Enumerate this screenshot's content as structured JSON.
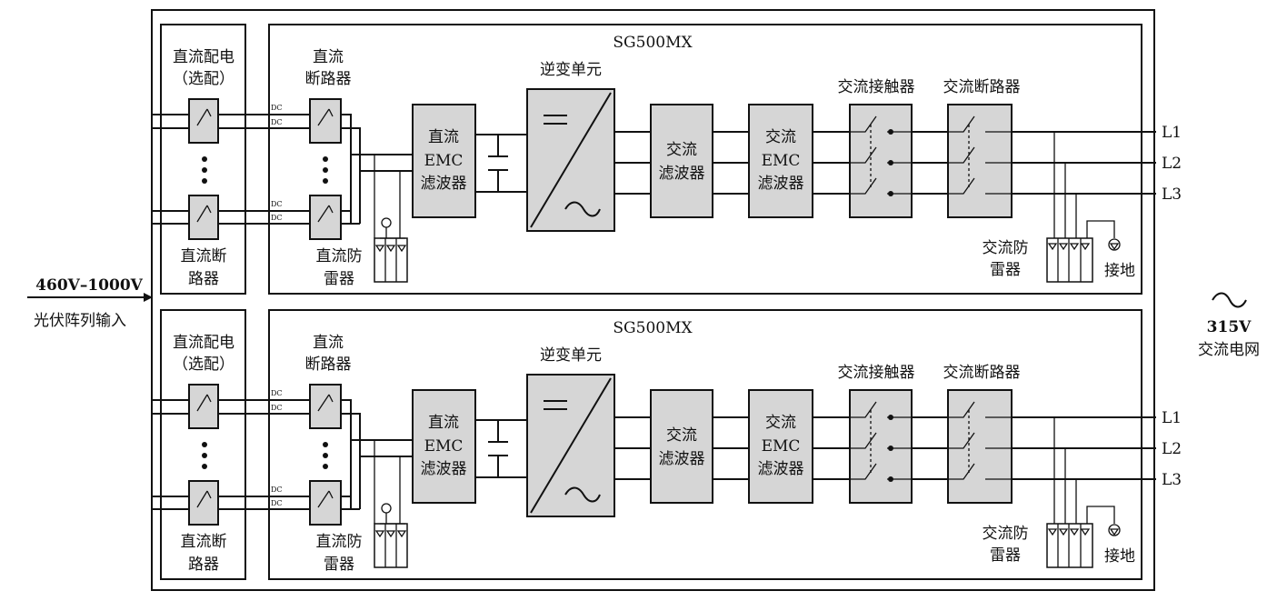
{
  "input": {
    "voltage": "460V–1000V",
    "label": "光伏阵列输入"
  },
  "output": {
    "voltage": "315V",
    "label": "交流电网"
  },
  "dc_distribution": {
    "title_line1": "直流配电",
    "title_line2": "（选配）",
    "breaker_line1": "直流断",
    "breaker_line2": "路器"
  },
  "units": [
    {
      "model": "SG500MX",
      "dc_breaker_line1": "直流",
      "dc_breaker_line2": "断路器",
      "dc_tag": "DC",
      "dc_spd_line1": "直流防",
      "dc_spd_line2": "雷器",
      "dc_emc_line1": "直流",
      "dc_emc_line2": "EMC",
      "dc_emc_line3": "滤波器",
      "inverter_title": "逆变单元",
      "ac_filter_line1": "交流",
      "ac_filter_line2": "滤波器",
      "ac_emc_line1": "交流",
      "ac_emc_line2": "EMC",
      "ac_emc_line3": "滤波器",
      "ac_contactor": "交流接触器",
      "ac_breaker": "交流断路器",
      "ac_spd_line1": "交流防",
      "ac_spd_line2": "雷器",
      "ground": "接地",
      "phases": [
        "L1",
        "L2",
        "L3"
      ]
    },
    {
      "model": "SG500MX",
      "dc_breaker_line1": "直流",
      "dc_breaker_line2": "断路器",
      "dc_tag": "DC",
      "dc_spd_line1": "直流防",
      "dc_spd_line2": "雷器",
      "dc_emc_line1": "直流",
      "dc_emc_line2": "EMC",
      "dc_emc_line3": "滤波器",
      "inverter_title": "逆变单元",
      "ac_filter_line1": "交流",
      "ac_filter_line2": "滤波器",
      "ac_emc_line1": "交流",
      "ac_emc_line2": "EMC",
      "ac_emc_line3": "滤波器",
      "ac_contactor": "交流接触器",
      "ac_breaker": "交流断路器",
      "ac_spd_line1": "交流防",
      "ac_spd_line2": "雷器",
      "ground": "接地",
      "phases": [
        "L1",
        "L2",
        "L3"
      ]
    }
  ]
}
